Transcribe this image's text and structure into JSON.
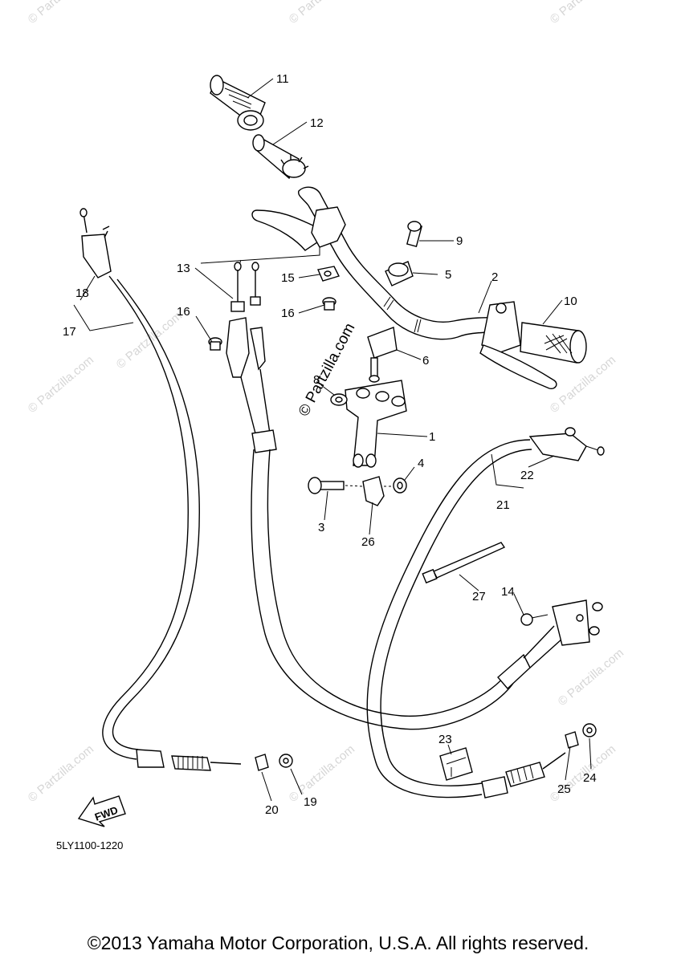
{
  "watermark": {
    "text": "© Partzilla.com",
    "center_text": "© Partzilla.com"
  },
  "callouts": [
    {
      "id": "c1",
      "label": "1"
    },
    {
      "id": "c2",
      "label": "2"
    },
    {
      "id": "c3",
      "label": "3"
    },
    {
      "id": "c4",
      "label": "4"
    },
    {
      "id": "c5",
      "label": "5"
    },
    {
      "id": "c6",
      "label": "6"
    },
    {
      "id": "c8",
      "label": "8"
    },
    {
      "id": "c9",
      "label": "9"
    },
    {
      "id": "c10",
      "label": "10"
    },
    {
      "id": "c11",
      "label": "11"
    },
    {
      "id": "c12",
      "label": "12"
    },
    {
      "id": "c13",
      "label": "13"
    },
    {
      "id": "c14",
      "label": "14"
    },
    {
      "id": "c15",
      "label": "15"
    },
    {
      "id": "c16a",
      "label": "16"
    },
    {
      "id": "c16b",
      "label": "16"
    },
    {
      "id": "c17",
      "label": "17"
    },
    {
      "id": "c18",
      "label": "18"
    },
    {
      "id": "c19",
      "label": "19"
    },
    {
      "id": "c20",
      "label": "20"
    },
    {
      "id": "c21",
      "label": "21"
    },
    {
      "id": "c22",
      "label": "22"
    },
    {
      "id": "c23",
      "label": "23"
    },
    {
      "id": "c24",
      "label": "24"
    },
    {
      "id": "c25",
      "label": "25"
    },
    {
      "id": "c26",
      "label": "26"
    },
    {
      "id": "c27",
      "label": "27"
    }
  ],
  "fwd_label": "FWD",
  "diagram_code": "5LY1100-1220",
  "copyright": "©2013 Yamaha Motor Corporation, U.S.A. All rights reserved."
}
